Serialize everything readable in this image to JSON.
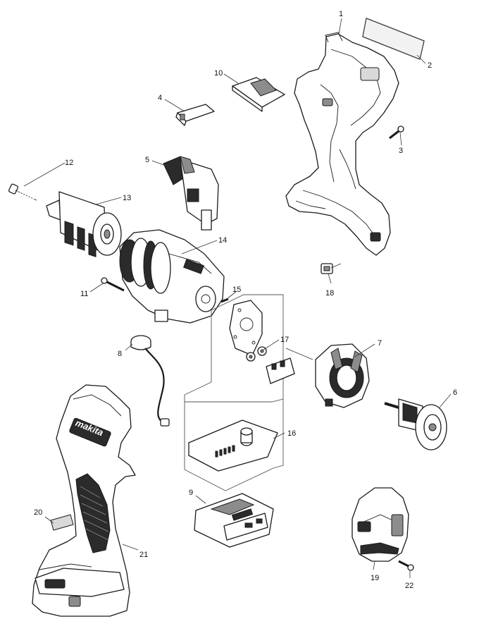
{
  "callouts": {
    "c1": "1",
    "c2": "2",
    "c3": "3",
    "c4": "4",
    "c5": "5",
    "c6": "6",
    "c7": "7",
    "c8": "8",
    "c9": "9",
    "c10": "10",
    "c11": "11",
    "c12": "12",
    "c13": "13",
    "c14": "14",
    "c15": "15",
    "c16": "16",
    "c17": "17",
    "c18": "18",
    "c19": "19",
    "c20": "20",
    "c21": "21",
    "c22": "22"
  },
  "housing_brand": "makita",
  "colors": {
    "line": "#1a1a1a",
    "dark_fill": "#2b2b2b",
    "grey_fill": "#8c8c8c",
    "background": "#ffffff"
  }
}
